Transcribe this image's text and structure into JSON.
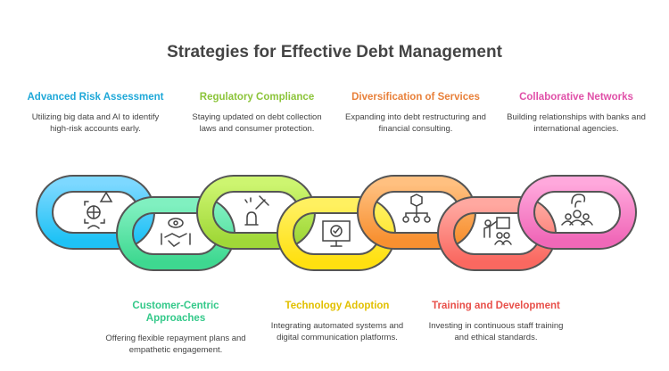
{
  "title": "Strategies for Effective Debt Management",
  "items": [
    {
      "title": "Advanced Risk Assessment",
      "desc": "Utilizing big data and AI to identify high-risk accounts early.",
      "color": "#1fa8d8",
      "icon": "risk-scan-icon"
    },
    {
      "title": "Customer-Centric Approaches",
      "desc": "Offering flexible repayment plans and empathetic engagement.",
      "color": "#34c98a",
      "icon": "handshake-eye-icon"
    },
    {
      "title": "Regulatory Compliance",
      "desc": "Staying updated on debt collection laws and consumer protection.",
      "color": "#8cc43a",
      "icon": "gavel-icon"
    },
    {
      "title": "Technology Adoption",
      "desc": "Integrating automated systems and digital communication platforms.",
      "color": "#e2c000",
      "icon": "monitor-check-icon"
    },
    {
      "title": "Diversification of Services",
      "desc": "Expanding into debt restructuring and financial consulting.",
      "color": "#e8803a",
      "icon": "hierarchy-icon"
    },
    {
      "title": "Training and Development",
      "desc": "Investing in continuous staff training and ethical standards.",
      "color": "#e8504a",
      "icon": "presentation-icon"
    },
    {
      "title": "Collaborative Networks",
      "desc": "Building relationships with banks and international agencies.",
      "color": "#e050a8",
      "icon": "network-people-icon"
    }
  ]
}
